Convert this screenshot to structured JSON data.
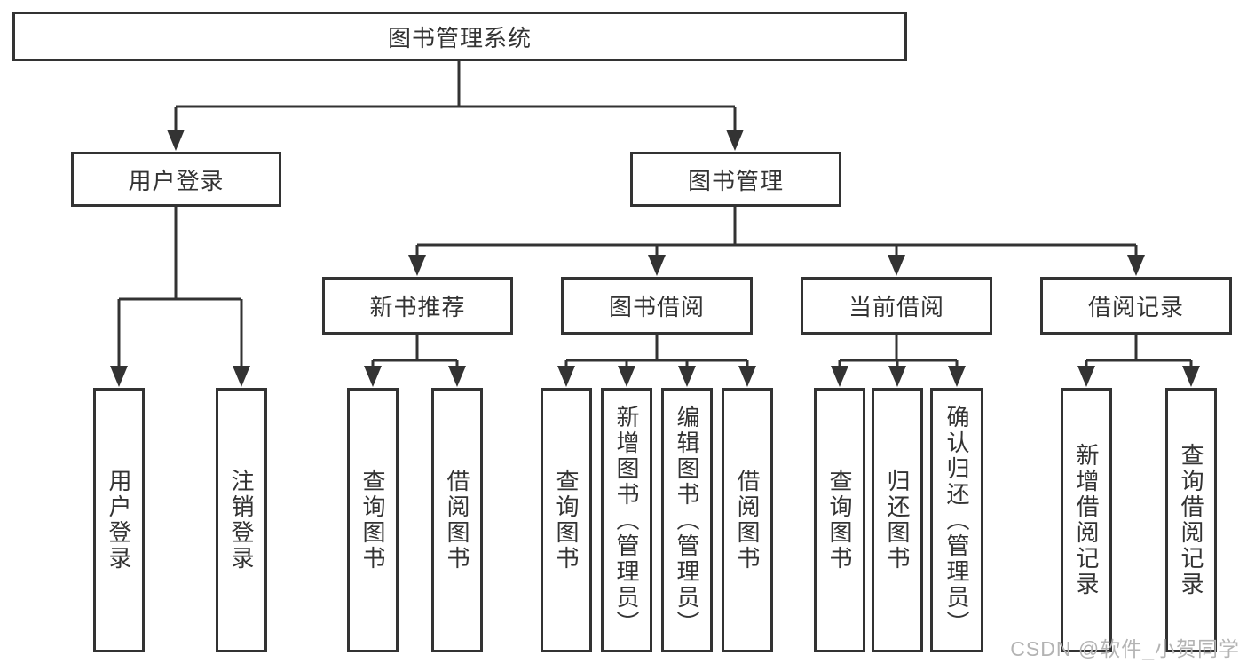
{
  "colors": {
    "line": "#333333",
    "box_border": "#333333",
    "box_background": "#ffffff",
    "text": "#333333",
    "watermark_text": "#b3b3b3"
  },
  "watermark": "CSDN @软件_小贺同学",
  "nodes": {
    "root": {
      "label": "图书管理系统"
    },
    "user_login": {
      "label": "用户登录"
    },
    "book_mgmt": {
      "label": "图书管理"
    },
    "new_book_rec": {
      "label": "新书推荐"
    },
    "book_borrow": {
      "label": "图书借阅"
    },
    "current_borrow": {
      "label": "当前借阅"
    },
    "borrow_record": {
      "label": "借阅记录"
    },
    "leaf_user_login": {
      "label": "用户登录"
    },
    "leaf_logout_login": {
      "label": "注销登录"
    },
    "leaf_query_book_a": {
      "label": "查询图书"
    },
    "leaf_borrow_book_a": {
      "label": "借阅图书"
    },
    "leaf_query_book_b": {
      "label": "查询图书"
    },
    "leaf_add_book_admin": {
      "label": "新增图书（管理员）"
    },
    "leaf_edit_book_admin": {
      "label": "编辑图书（管理员）"
    },
    "leaf_borrow_book_b": {
      "label": "借阅图书"
    },
    "leaf_query_book_c": {
      "label": "查询图书"
    },
    "leaf_return_book": {
      "label": "归还图书"
    },
    "leaf_confirm_return_admin": {
      "label": "确认归还（管理员）"
    },
    "leaf_add_borrow_record": {
      "label": "新增借阅记录"
    },
    "leaf_query_borrow_record": {
      "label": "查询借阅记录"
    }
  }
}
